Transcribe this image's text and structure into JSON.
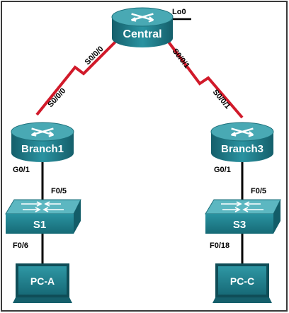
{
  "colors": {
    "serial_link": "#d11a2a",
    "ethernet_link": "#000000",
    "device_fill": "#1f7f8c",
    "device_top": "#49a9b4",
    "pc_fill": "#1c7482",
    "border": "#2b2b2b"
  },
  "routers": [
    {
      "id": "central",
      "icon": "router-icon",
      "label": "Central"
    },
    {
      "id": "branch1",
      "icon": "router-icon",
      "label": "Branch1"
    },
    {
      "id": "branch3",
      "icon": "router-icon",
      "label": "Branch3"
    }
  ],
  "switches": [
    {
      "id": "s1",
      "icon": "switch-icon",
      "label": "S1"
    },
    {
      "id": "s3",
      "icon": "switch-icon",
      "label": "S3"
    }
  ],
  "pcs": [
    {
      "id": "pca",
      "icon": "pc-icon",
      "label": "PC-A"
    },
    {
      "id": "pcc",
      "icon": "pc-icon",
      "label": "PC-C"
    }
  ],
  "interfaces": {
    "central_lo0": "Lo0",
    "central_to_branch1": "S0/0/0",
    "branch1_to_central": "S0/0/0",
    "central_to_branch3": "S0/0/1",
    "branch3_to_central": "S0/0/1",
    "branch1_g01": "G0/1",
    "s1_f05": "F0/5",
    "s1_f06": "F0/6",
    "branch3_g01": "G0/1",
    "s3_f05": "F0/5",
    "s3_f018": "F0/18"
  }
}
